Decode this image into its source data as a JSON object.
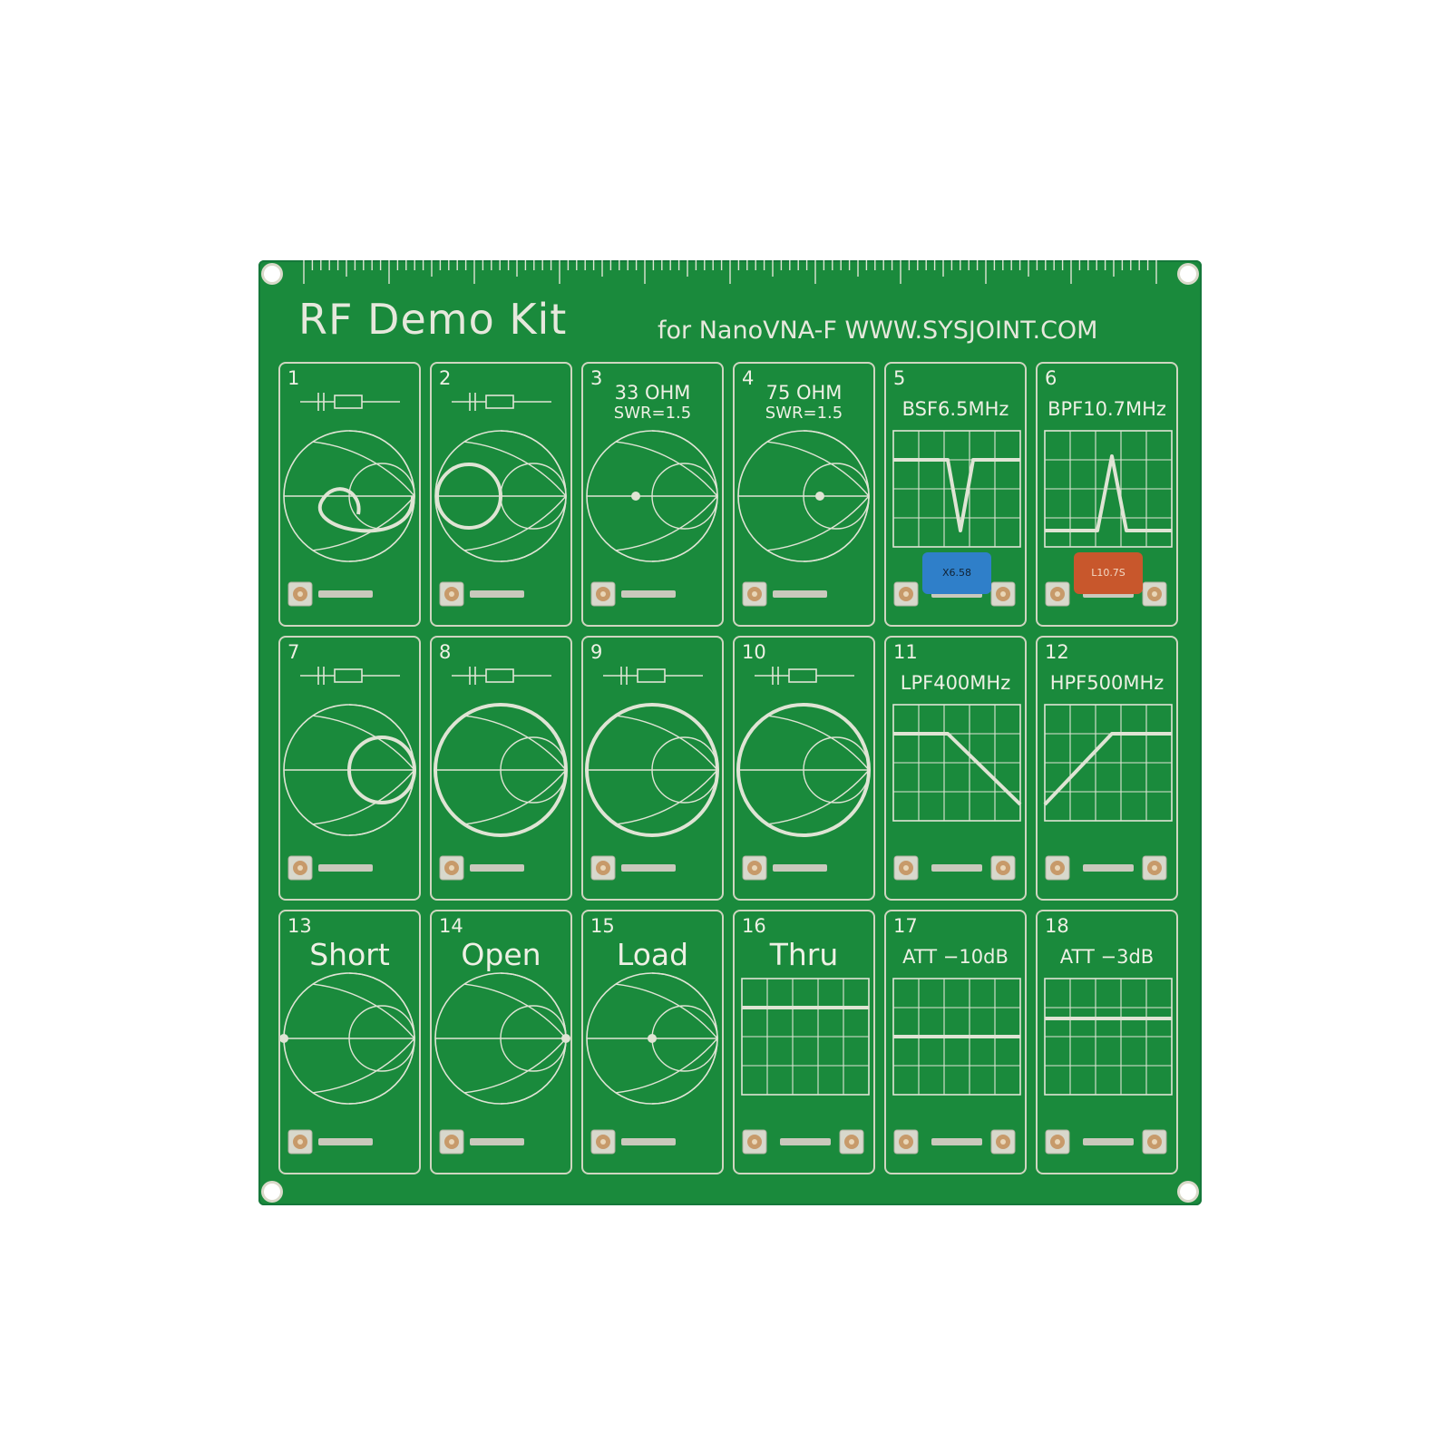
{
  "board": {
    "title": "RF Demo Kit",
    "subtitle": "for NanoVNA-F  WWW.SYSJOINT.COM",
    "color": "#1a8a3c",
    "silkscreen_color": "#e6e8dc"
  },
  "cells": [
    {
      "number": "1",
      "label": "",
      "label2": "",
      "graphic": "smith-loop-inner",
      "icon": "rlc-circuit-icon"
    },
    {
      "number": "2",
      "label": "",
      "label2": "",
      "graphic": "smith-loop-left",
      "icon": "rlc-parallel-circuit-icon"
    },
    {
      "number": "3",
      "label": "33 OHM",
      "label2": "SWR=1.5",
      "graphic": "smith-dot-left"
    },
    {
      "number": "4",
      "label": "75 OHM",
      "label2": "SWR=1.5",
      "graphic": "smith-dot-right"
    },
    {
      "number": "5",
      "label": "BSF6.5MHz",
      "label2": "",
      "graphic": "grid-notch",
      "component": "X6.58",
      "component_color": "#2f7fc9"
    },
    {
      "number": "6",
      "label": "BPF10.7MHz",
      "label2": "",
      "graphic": "grid-peak",
      "component": "L10.7S",
      "component_color": "#c8572c"
    },
    {
      "number": "7",
      "label": "",
      "label2": "",
      "graphic": "smith-rc",
      "icon": "rc-circuit-icon"
    },
    {
      "number": "8",
      "label": "",
      "label2": "",
      "graphic": "smith-lc",
      "icon": "lc-circuit-icon"
    },
    {
      "number": "9",
      "label": "",
      "label2": "",
      "graphic": "smith-c",
      "icon": "capacitor-icon"
    },
    {
      "number": "10",
      "label": "",
      "label2": "",
      "graphic": "smith-l",
      "icon": "inductor-icon"
    },
    {
      "number": "11",
      "label": "LPF400MHz",
      "label2": "",
      "graphic": "grid-lowpass"
    },
    {
      "number": "12",
      "label": "HPF500MHz",
      "label2": "",
      "graphic": "grid-highpass"
    },
    {
      "number": "13",
      "label": "Short",
      "label2": "",
      "graphic": "smith-short"
    },
    {
      "number": "14",
      "label": "Open",
      "label2": "",
      "graphic": "smith-open"
    },
    {
      "number": "15",
      "label": "Load",
      "label2": "",
      "graphic": "smith-load"
    },
    {
      "number": "16",
      "label": "Thru",
      "label2": "",
      "graphic": "grid-thru"
    },
    {
      "number": "17",
      "label": "ATT −10dB",
      "label2": "",
      "graphic": "grid-att10"
    },
    {
      "number": "18",
      "label": "ATT −3dB",
      "label2": "",
      "graphic": "grid-att3"
    }
  ]
}
